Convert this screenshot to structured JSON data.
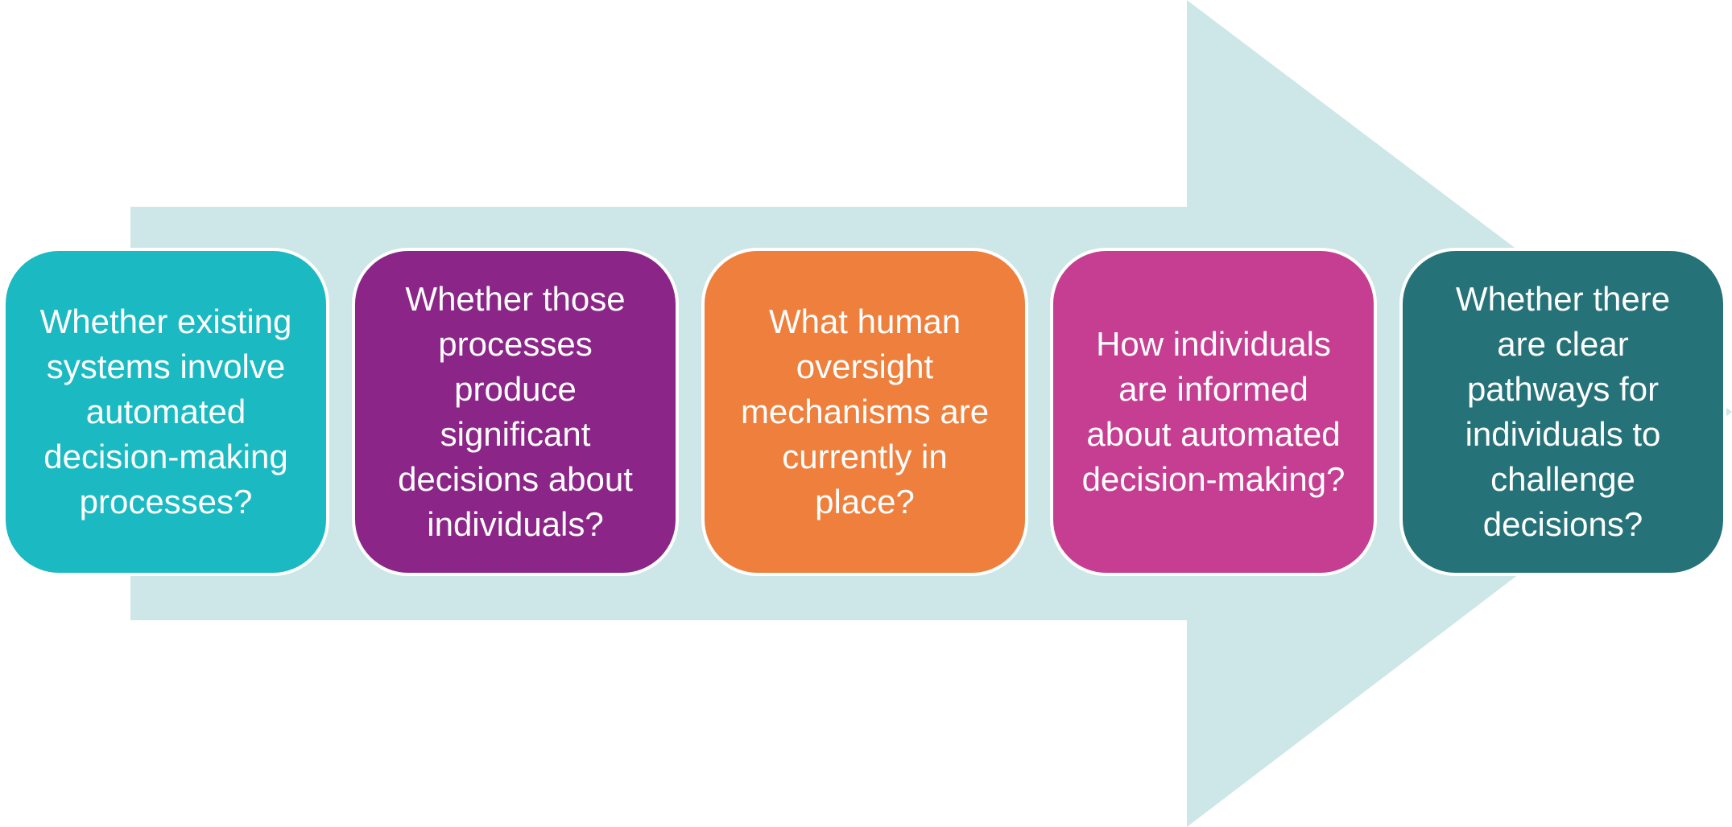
{
  "colors": {
    "arrow": "#cde7e9",
    "box_border": "#ffffff",
    "text": "#ffffff"
  },
  "steps": [
    {
      "text": "Whether existing systems involve automated decision-making processes?",
      "color": "#1bbac3"
    },
    {
      "text": "Whether those processes produce significant decisions about individuals?",
      "color": "#8b2688"
    },
    {
      "text": "What human oversight mechanisms are currently in place?",
      "color": "#ee7f3c"
    },
    {
      "text": "How individuals are informed about automated decision-making?",
      "color": "#c63e92"
    },
    {
      "text": "Whether there are clear pathways for individuals to challenge decisions?",
      "color": "#257378"
    }
  ]
}
